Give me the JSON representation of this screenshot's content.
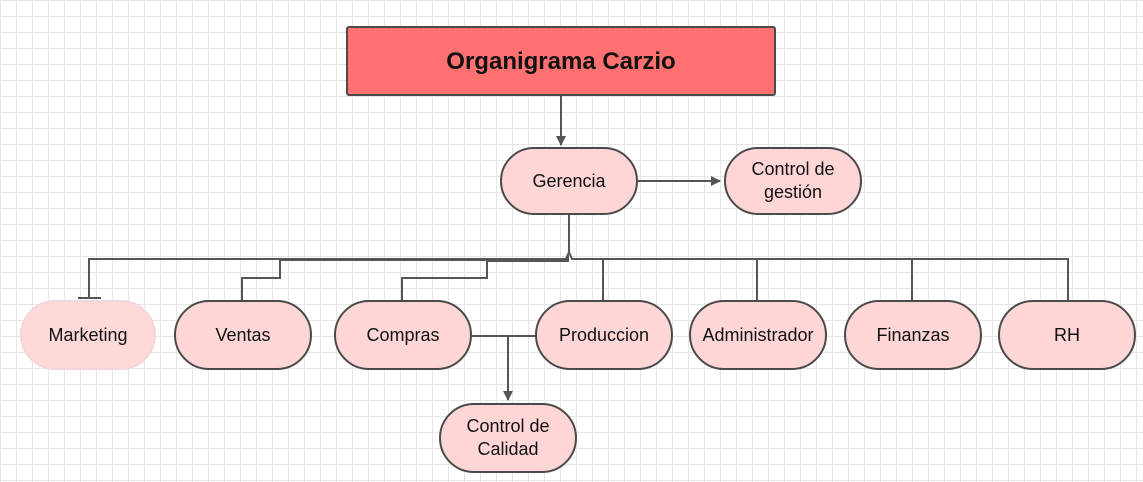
{
  "title": "Organigrama Carzio",
  "nodes": {
    "gerencia": "Gerencia",
    "control_gestion": "Control de\ngestión",
    "marketing": "Marketing",
    "ventas": "Ventas",
    "compras": "Compras",
    "produccion": "Produccion",
    "administrador": "Administrador",
    "finanzas": "Finanzas",
    "rh": "RH",
    "control_calidad": "Control de\nCalidad"
  },
  "colors": {
    "title_fill": "#ff7171",
    "node_fill": "#ffd6d6",
    "stroke": "#4a4a4a"
  }
}
